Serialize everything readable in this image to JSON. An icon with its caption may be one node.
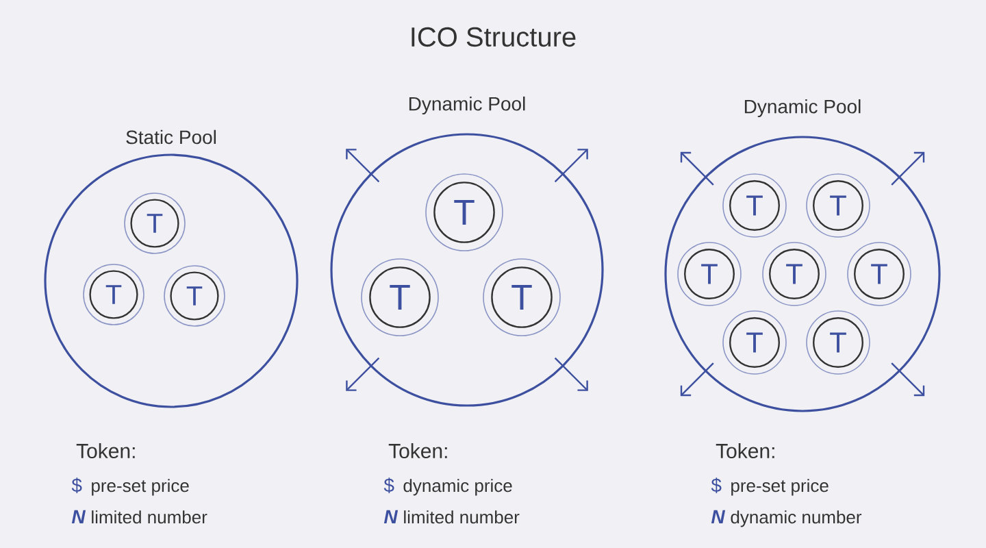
{
  "diagram": {
    "title": "ICO Structure",
    "nodes": [
      {
        "text": [
          "Static Pool"
        ]
      },
      {
        "text": [
          "T"
        ],
        "in": 0
      },
      {
        "text": [
          "T"
        ],
        "in": 0
      },
      {
        "text": [
          "T"
        ],
        "in": 0
      },
      {
        "text": [
          "Dynamic Pool"
        ]
      },
      {
        "text": [
          "T"
        ],
        "in": 4
      },
      {
        "text": [
          "T"
        ],
        "in": 4
      },
      {
        "text": [
          "T"
        ],
        "in": 4
      },
      {
        "text": [
          "Dynamic Pool"
        ]
      },
      {
        "text": [
          "T"
        ],
        "in": 8
      },
      {
        "text": [
          "T"
        ],
        "in": 8
      },
      {
        "text": [
          "T"
        ],
        "in": 8
      },
      {
        "text": [
          "T"
        ],
        "in": 8
      },
      {
        "text": [
          "T"
        ],
        "in": 8
      },
      {
        "text": [
          "T"
        ],
        "in": 8
      },
      {
        "text": [
          "T"
        ],
        "in": 8
      }
    ],
    "labels": [
      "Token:",
      "Token:",
      "Token:",
      "$",
      "pre-set price",
      "$",
      "dynamic price",
      "$",
      "pre-set price",
      "N",
      "limited number",
      "N",
      "limited number",
      "N",
      "dynamic number"
    ]
  }
}
